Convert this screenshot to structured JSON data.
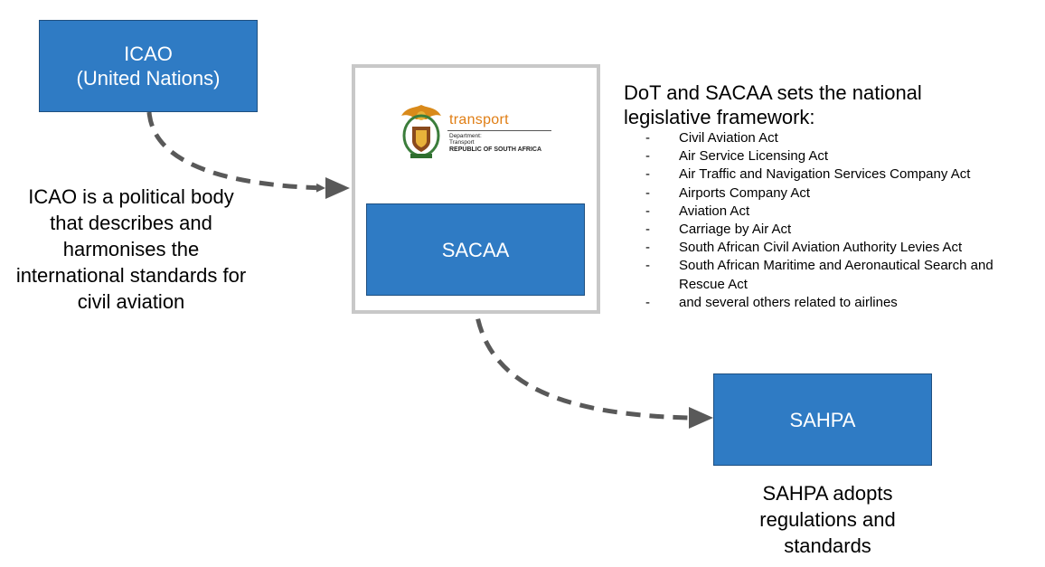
{
  "nodes": {
    "icao": {
      "line1": "ICAO",
      "line2": "(United Nations)"
    },
    "sacaa": {
      "label": "SACAA"
    },
    "sahpa": {
      "label": "SAHPA"
    }
  },
  "logo": {
    "word": "transport",
    "dept": "Department:",
    "name": "Transport",
    "republic": "REPUBLIC OF SOUTH AFRICA"
  },
  "descriptions": {
    "icao": [
      "ICAO is a political body",
      "that describes and",
      "harmonises the",
      "international standards for",
      "civil aviation"
    ],
    "sahpa": [
      "SAHPA adopts",
      "regulations and",
      "standards"
    ]
  },
  "framework": {
    "heading": [
      "DoT and SACAA sets the national",
      "legislative framework:"
    ],
    "acts": [
      "Civil Aviation Act",
      "Air Service Licensing Act",
      "Air Traffic and Navigation Services Company Act",
      "Airports Company Act",
      "Aviation Act",
      "Carriage by Air Act",
      "South African Civil Aviation Authority Levies Act",
      "South African Maritime and Aeronautical Search and Rescue Act",
      "and several others related to airlines"
    ]
  },
  "colors": {
    "box_fill": "#2f7bc4",
    "box_text": "#ffffff",
    "frame_border": "#c8c8c8",
    "arrow": "#595959",
    "logo_accent": "#e07e14"
  }
}
